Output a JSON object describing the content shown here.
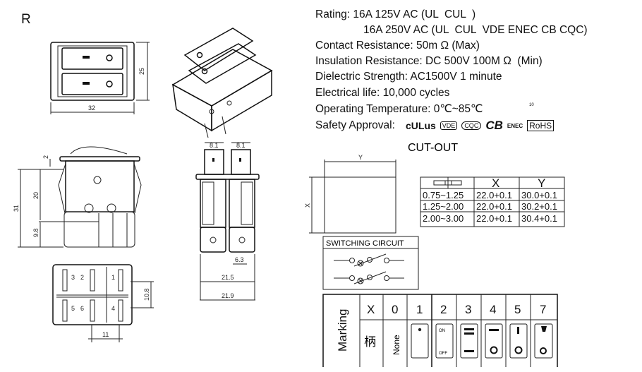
{
  "series_letter": "R",
  "specs": {
    "rating_1": "Rating: 16A 125V AC (UL  CUL  )",
    "rating_2": "16A 250V AC (UL  CUL  VDE ENEC CB CQC)",
    "contact_resistance": "Contact Resistance: 50m Ω (Max)",
    "insulation_resistance": "Insulation Resistance: DC 500V 100M Ω  (Min)",
    "dielectric_strength": "Dielectric Strength: AC1500V 1 minute",
    "electrical_life": "Electrical life: 10,000 cycles",
    "operating_temperature": "Operating Temperature: 0℃~85℃",
    "temp_note": "10",
    "safety_approval": "Safety Approval:",
    "approval_marks": [
      "cULus",
      "VDE",
      "CQC",
      "CB",
      "ENEC",
      "RoHS"
    ]
  },
  "dimensions": {
    "top_width": "32",
    "top_height": "25",
    "side_total": "31",
    "side_body": "20",
    "side_terminal": "9.8",
    "side_rocker": "2",
    "front_rocker_1": "8.1",
    "front_rocker_2": "8.1",
    "front_terminal": "6.3",
    "front_body": "21.5",
    "front_flange": "21.9",
    "bottom_pitch_v": "10.8",
    "bottom_pitch_h": "11",
    "bottom_pins": [
      "3",
      "2",
      "1",
      "5",
      "6",
      "4"
    ]
  },
  "cutout": {
    "title": "CUT-OUT",
    "x_label": "X",
    "y_label": "Y",
    "table": {
      "headers": [
        "",
        "X",
        "Y"
      ],
      "rows": [
        [
          "0.75~1.25",
          "22.0+0.1",
          "30.0+0.1"
        ],
        [
          "1.25~2.00",
          "22.0+0.1",
          "30.2+0.1"
        ],
        [
          "2.00~3.00",
          "22.0+0.1",
          "30.4+0.1"
        ]
      ]
    }
  },
  "switching_circuit": {
    "title": "SWITCHING CIRCUIT"
  },
  "marking": {
    "label": "Marking",
    "codes": [
      "X",
      "0",
      "1",
      "2",
      "3",
      "4",
      "5",
      "7"
    ],
    "x_symbol": "柄",
    "none_label": "None",
    "on_label": "ON",
    "off_label": "OFF"
  }
}
